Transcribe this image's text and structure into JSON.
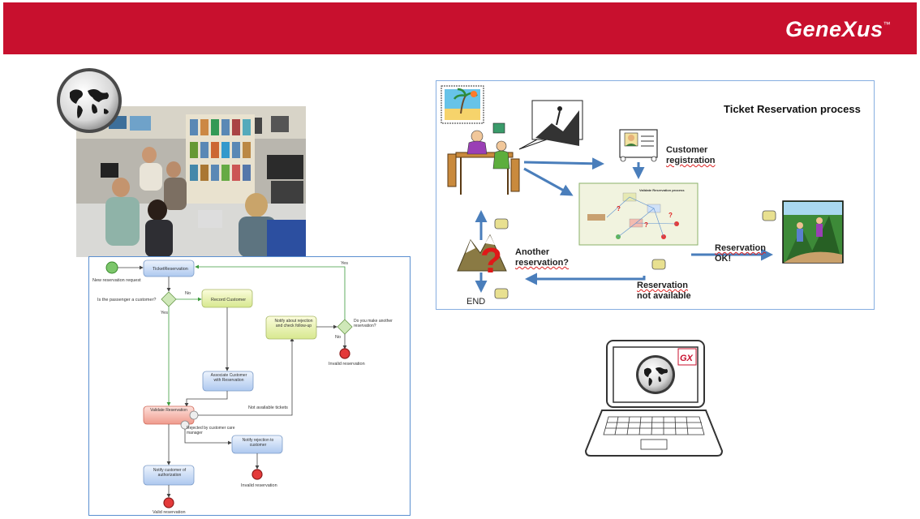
{
  "header": {
    "brand": "GeneXus",
    "trademark": "™",
    "bg_color": "#c8102e"
  },
  "bpmn": {
    "start_label": "New reservation request",
    "task_ticket": "TicketReservation",
    "gateway_passenger": "Is the passenger a customer?",
    "no_1": "No",
    "yes_1": "Yes",
    "task_record": "Record Customer",
    "task_associate": "Associate Customer with Reservation",
    "task_validate": "Validate Reservation",
    "not_available": "Not available tickets",
    "task_notify_check": "Notify about rejection and check follow-up",
    "gateway_another": "Do you make another reservation?",
    "yes_2": "Yes",
    "no_2": "No",
    "invalid_1": "Invalid reservation",
    "rejected_by": "Rejected by customer care manager",
    "task_notify_rejection": "Notify rejection to customer",
    "invalid_2": "Invalid reservation",
    "task_notify_auth": "Notify customer of authorization",
    "valid": "Valid reservation"
  },
  "process": {
    "title": "Ticket Reservation process",
    "customer_registration_1": "Customer",
    "customer_registration_2": "registration",
    "another_1": "Another",
    "another_2": "reservation?",
    "not_available_1": "Reservation",
    "not_available_2": "not available",
    "ok_1": "Reservation",
    "ok_2": "OK!",
    "end": "END",
    "thumb_title": "Validate Reservation process",
    "arrow_color": "#4a7ebb"
  },
  "laptop": {
    "badge": "GX"
  },
  "icons": [
    "globe-icon",
    "laptop-icon",
    "hand-ok-icon",
    "hand-no-icon",
    "question-mark-icon"
  ]
}
